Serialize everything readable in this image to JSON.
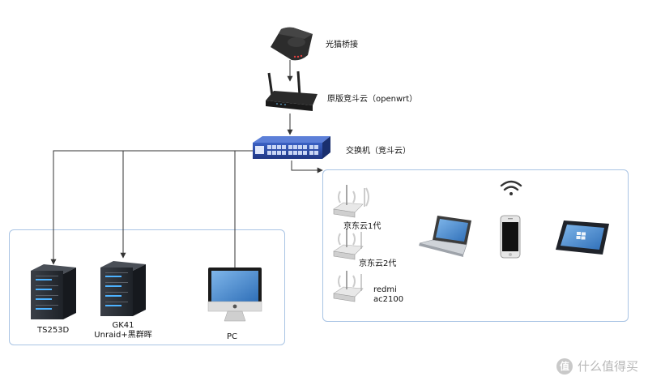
{
  "nodes": {
    "onu": {
      "label": "光猫桥接"
    },
    "router": {
      "label": "原版竞斗云（openwrt）"
    },
    "switch": {
      "label": "交换机（竞斗云）"
    },
    "ap1": {
      "label": "京东云1代"
    },
    "ap2": {
      "label": "京东云2代"
    },
    "ap3": {
      "label_line1": "redmi",
      "label_line2": "ac2100"
    },
    "nas1": {
      "label": "TS253D"
    },
    "nas2": {
      "label_line1": "GK41",
      "label_line2": "Unraid+黑群晖"
    },
    "pc": {
      "label": "PC"
    }
  },
  "watermark": {
    "badge": "值",
    "text": "什么值得买"
  },
  "colors": {
    "group_border": "#a9c4e4",
    "edge": "#333333",
    "switch_blue": "#2a4aa8",
    "server_dark": "#2b2f36"
  },
  "icons": [
    "modem-icon",
    "router-icon",
    "switch-icon",
    "access-point-icon",
    "wifi-icon",
    "laptop-icon",
    "phone-icon",
    "tablet-icon",
    "server-icon",
    "monitor-icon"
  ]
}
